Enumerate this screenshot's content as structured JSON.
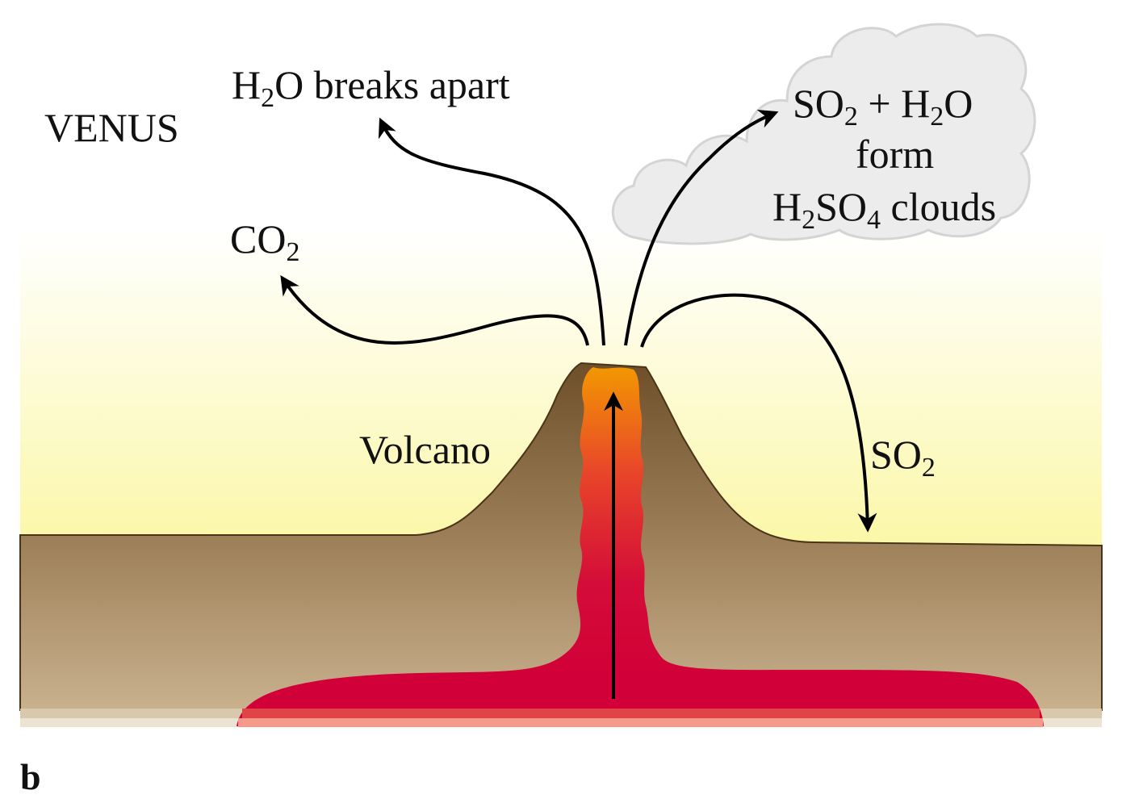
{
  "labels": {
    "planet": "VENUS",
    "h2o": {
      "a": "H",
      "sub": "2",
      "b": "O breaks apart"
    },
    "co2": {
      "a": "CO",
      "sub": "2"
    },
    "clouds_line1": {
      "a": "SO",
      "sub1": "2",
      "b": " + H",
      "sub2": "2",
      "c": "O"
    },
    "clouds_line2": "form",
    "clouds_line3": {
      "a": "H",
      "sub1": "2",
      "b": "SO",
      "sub2": "4",
      "c": " clouds"
    },
    "volcano": "Volcano",
    "so2": {
      "a": "SO",
      "sub": "2"
    },
    "panel": "b"
  },
  "colors": {
    "sky_top": "#ffffff",
    "sky_bottom": "#fbf7a6",
    "ground_top": "#74552f",
    "ground_bottom": "#c9b18e",
    "magma": "#d20038",
    "lava_top": "#f08a00",
    "cloud": "#ececec"
  }
}
